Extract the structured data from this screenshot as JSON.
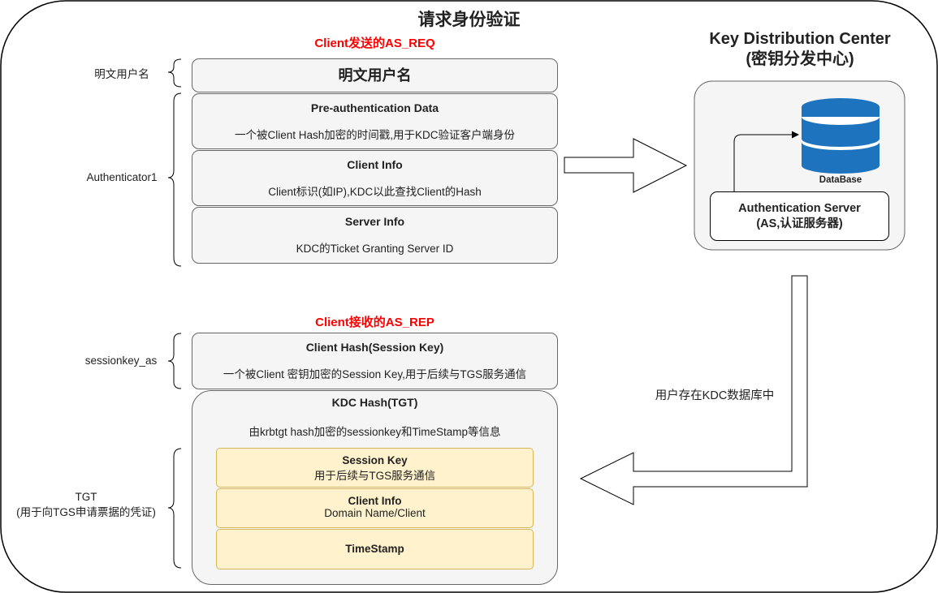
{
  "title": "请求身份验证",
  "as_req": {
    "title": "Client发送的AS_REQ",
    "username_box": "明文用户名",
    "pre_auth": {
      "heading": "Pre-authentication Data",
      "desc": "一个被Client Hash加密的时间戳,用于KDC验证客户端身份"
    },
    "client_info": {
      "heading": "Client Info",
      "desc": "Client标识(如IP),KDC以此查找Client的Hash"
    },
    "server_info": {
      "heading": "Server Info",
      "desc": "KDC的Ticket Granting Server ID"
    }
  },
  "labels": {
    "username": "明文用户名",
    "authenticator": "Authenticator1",
    "sessionkey": "sessionkey_as",
    "tgt_line1": "TGT",
    "tgt_line2": "(用于向TGS申请票据的凭证)"
  },
  "kdc": {
    "title_line1": "Key Distribution Center",
    "title_line2": "(密钥分发中心)",
    "database_label": "DataBase",
    "as_line1": "Authentication Server",
    "as_line2": "(AS,认证服务器)",
    "arrow_caption": "用户存在KDC数据库中"
  },
  "as_rep": {
    "title": "Client接收的AS_REP",
    "client_hash": {
      "heading": "Client Hash(Session Key)",
      "desc": "一个被Client 密钥加密的Session Key,用于后续与TGS服务通信"
    },
    "kdc_hash": {
      "heading": "KDC Hash(TGT)",
      "desc": "由krbtgt hash加密的sessionkey和TimeStamp等信息",
      "session_key": {
        "heading": "Session Key",
        "desc": "用于后续与TGS服务通信"
      },
      "client_info": {
        "heading": "Client Info",
        "desc": "Domain Name/Client"
      },
      "timestamp": {
        "heading": "TimeStamp"
      }
    }
  },
  "colors": {
    "red_title": "#ff0000",
    "box_fill": "#f5f5f5",
    "tgt_item_fill": "#fff2cc",
    "tgt_item_border": "#d6b656",
    "database_blue": "#1e73be"
  }
}
